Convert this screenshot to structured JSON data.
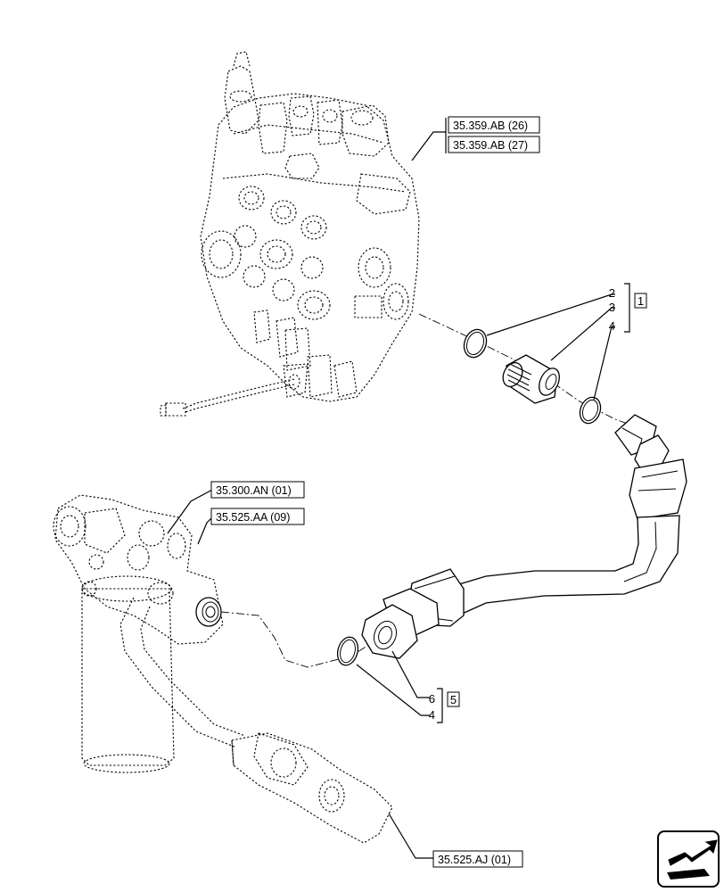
{
  "references": {
    "valve_ref_1": "35.359.AB (26)",
    "valve_ref_2": "35.359.AB (27)",
    "filter_ref_1": "35.300.AN (01)",
    "filter_ref_2": "35.525.AA (09)",
    "cooler_ref": "35.525.AJ (01)"
  },
  "callouts": {
    "group_upper": {
      "items": [
        "2",
        "3",
        "4"
      ],
      "kit": "1"
    },
    "group_lower": {
      "items": [
        "6",
        "4"
      ],
      "kit": "5"
    }
  },
  "icons": {
    "corner_badge": "navigation-arrow-icon"
  }
}
